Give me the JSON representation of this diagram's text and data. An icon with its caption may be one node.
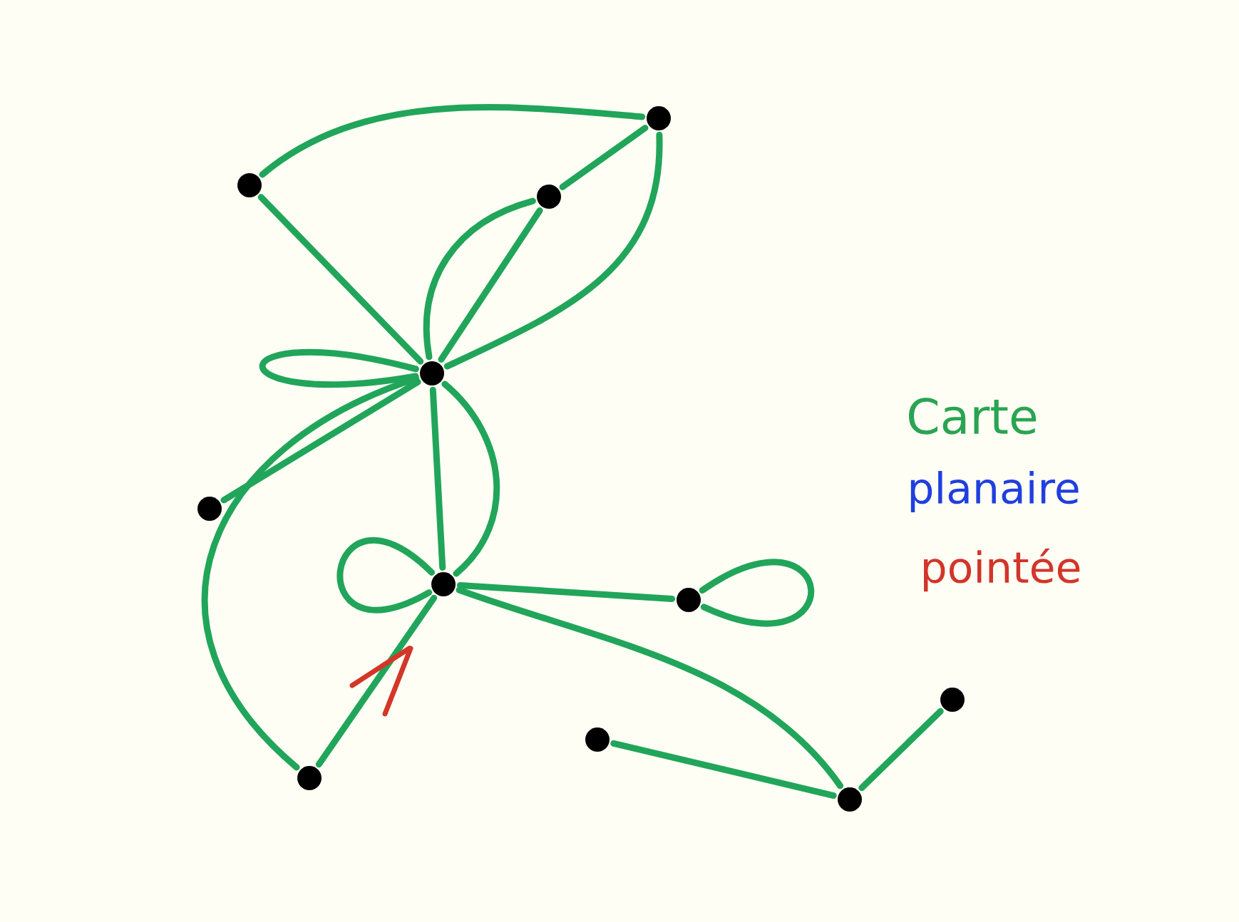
{
  "diagram": {
    "nodes": [
      {
        "text": [],
        "shape": "circle"
      },
      {
        "text": [],
        "shape": "circle"
      },
      {
        "text": [],
        "shape": "circle"
      },
      {
        "text": [],
        "shape": "circle"
      },
      {
        "text": [],
        "shape": "circle"
      },
      {
        "text": [],
        "shape": "circle"
      },
      {
        "text": [],
        "shape": "circle"
      },
      {
        "text": [],
        "shape": "circle"
      },
      {
        "text": [],
        "shape": "circle"
      },
      {
        "text": [],
        "shape": "circle"
      },
      {
        "text": [],
        "shape": "circle"
      }
    ],
    "edges": [
      {
        "from": 0,
        "to": 1,
        "arrow": "none"
      },
      {
        "from": 1,
        "to": 2,
        "arrow": "none"
      },
      {
        "from": 1,
        "to": 3,
        "arrow": "none"
      },
      {
        "from": 2,
        "to": 3,
        "arrow": "none"
      },
      {
        "from": 2,
        "to": 3,
        "arrow": "none"
      },
      {
        "from": 0,
        "to": 3,
        "arrow": "none"
      },
      {
        "from": 3,
        "to": 3,
        "arrow": "none"
      },
      {
        "from": 3,
        "to": 4,
        "arrow": "none"
      },
      {
        "from": 3,
        "to": 7,
        "arrow": "none"
      },
      {
        "from": 3,
        "to": 5,
        "arrow": "none"
      },
      {
        "from": 3,
        "to": 5,
        "arrow": "none"
      },
      {
        "from": 5,
        "to": 5,
        "arrow": "none"
      },
      {
        "from": 5,
        "to": 7,
        "arrow": "none"
      },
      {
        "from": 5,
        "to": 6,
        "arrow": "none"
      },
      {
        "from": 6,
        "to": 6,
        "arrow": "none"
      },
      {
        "from": 5,
        "to": 10,
        "arrow": "none"
      },
      {
        "from": 8,
        "to": 10,
        "arrow": "none"
      },
      {
        "from": 10,
        "to": 9,
        "arrow": "none"
      }
    ],
    "labels": [
      "Carte",
      "planaire",
      "pointée"
    ]
  }
}
